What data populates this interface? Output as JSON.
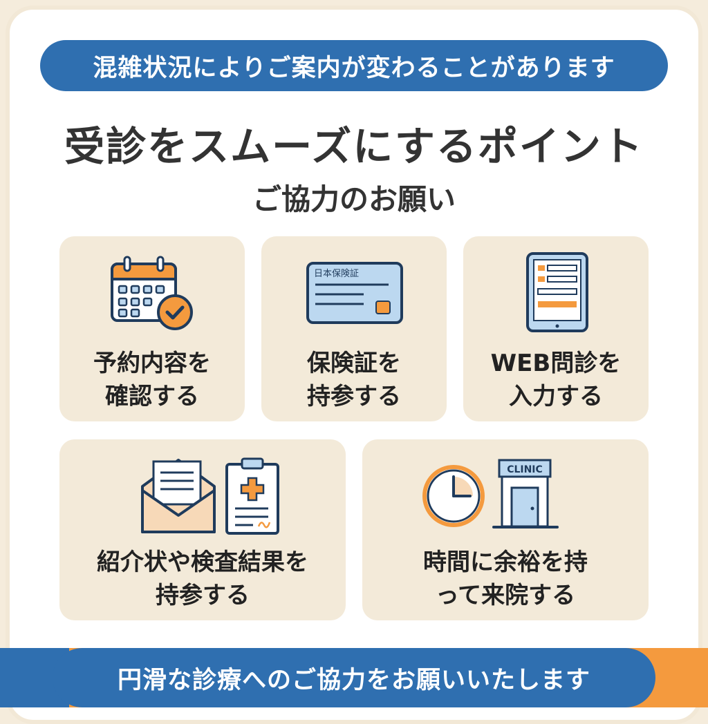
{
  "header": {
    "notice": "混雑状況によりご案内が変わることがあります",
    "title": "受診をスムーズにするポイント",
    "subtitle": "ご協力のお願い"
  },
  "cards": [
    {
      "label": "予約内容を\n確認する",
      "icon": "calendar-check-icon"
    },
    {
      "label": "保険証を\n持参する",
      "icon": "insurance-card-icon",
      "card_text": "日本保険証"
    },
    {
      "label": "WEB問診を\n入力する",
      "icon": "tablet-form-icon"
    },
    {
      "label": "紹介状や検査結果を\n持参する",
      "icon": "envelope-clipboard-icon"
    },
    {
      "label": "時間に余裕を持\nって来院する",
      "icon": "clock-clinic-icon",
      "sign_text": "CLINIC"
    }
  ],
  "footer": {
    "message": "円滑な診療へのご協力をお願いいたします"
  },
  "colors": {
    "blue": "#2f6fb0",
    "orange": "#f49a3e",
    "card_bg": "#f3ead9",
    "light_blue": "#bcd8f0"
  }
}
